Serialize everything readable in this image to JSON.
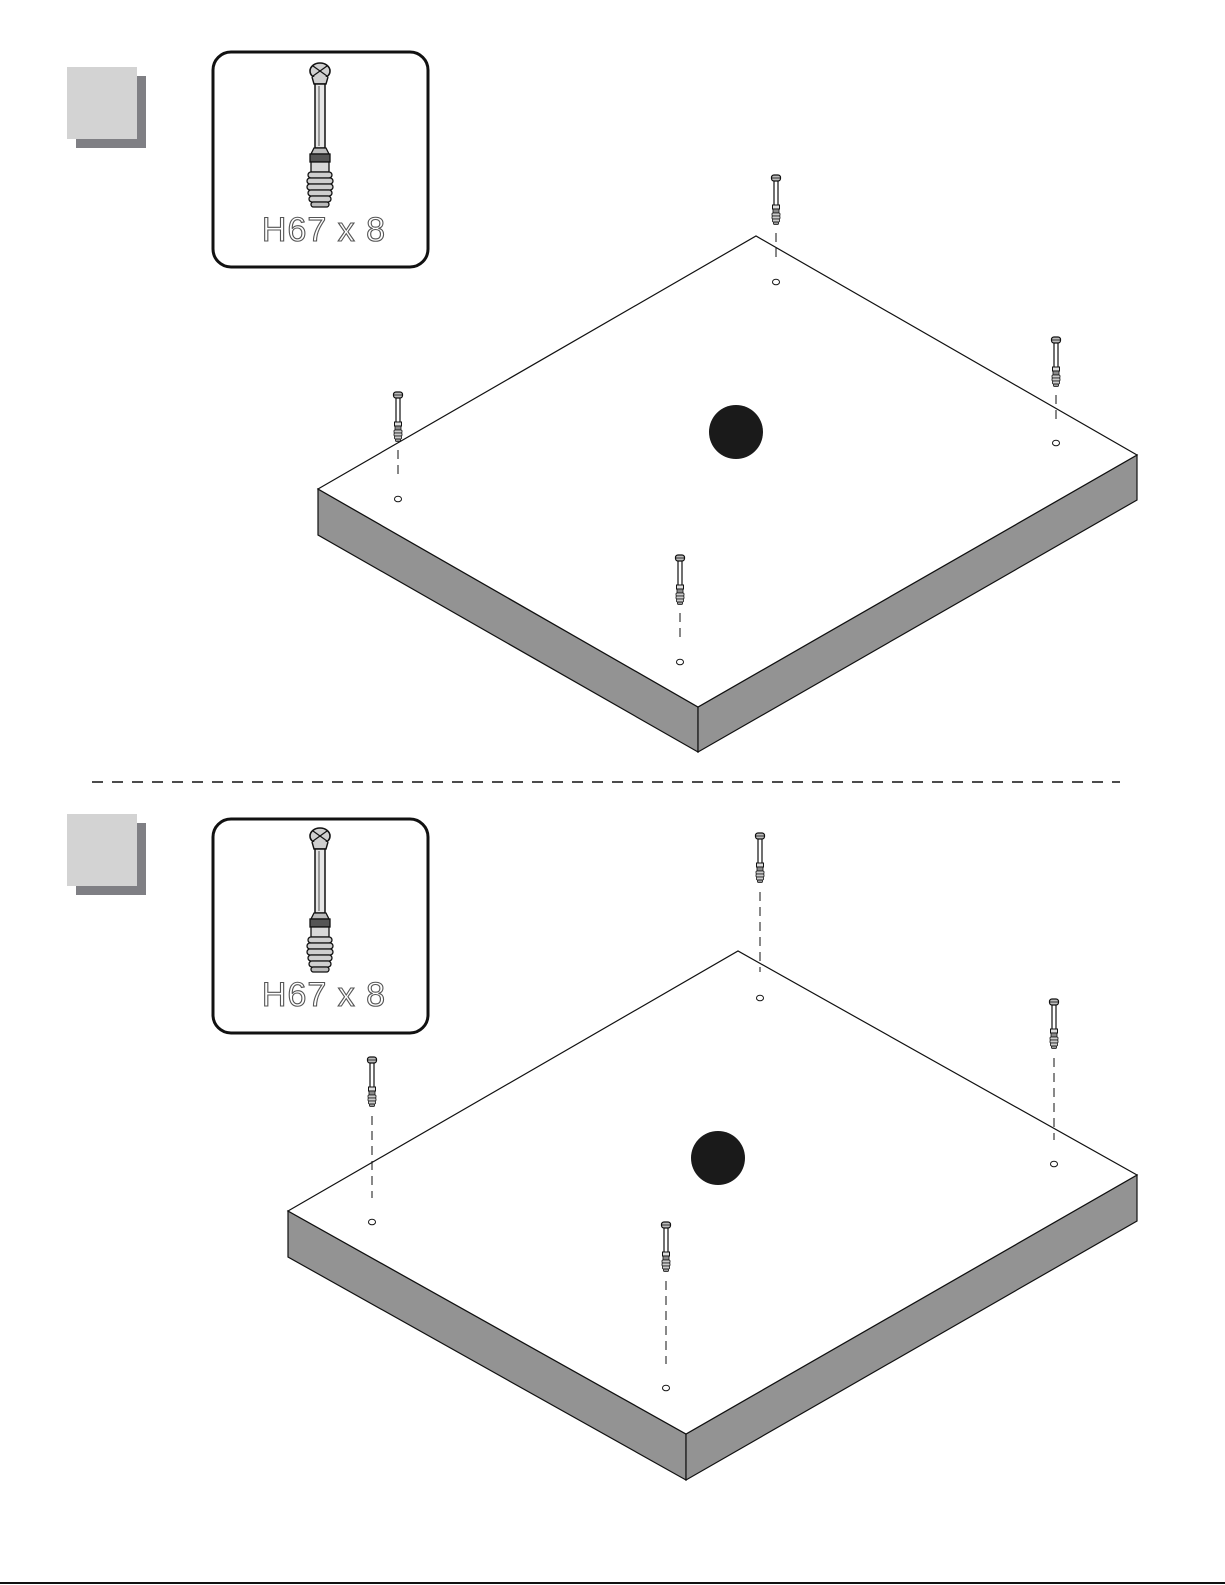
{
  "steps": [
    {
      "hardware": {
        "label": "H67 x 8",
        "icon": "cam-bolt-icon"
      },
      "panel": {
        "icon": "board-panel-icon",
        "marker": "panel-marker-dot"
      },
      "bolts": 4
    },
    {
      "hardware": {
        "label": "H67 x 8",
        "icon": "cam-bolt-icon"
      },
      "panel": {
        "icon": "board-panel-icon",
        "marker": "panel-marker-dot"
      },
      "bolts": 4
    }
  ],
  "colors": {
    "panel_top": "#ffffff",
    "panel_side": "#939393",
    "step_square": "#d3d3d3",
    "step_shadow": "#7f7f84",
    "marker": "#1a1a1a"
  }
}
